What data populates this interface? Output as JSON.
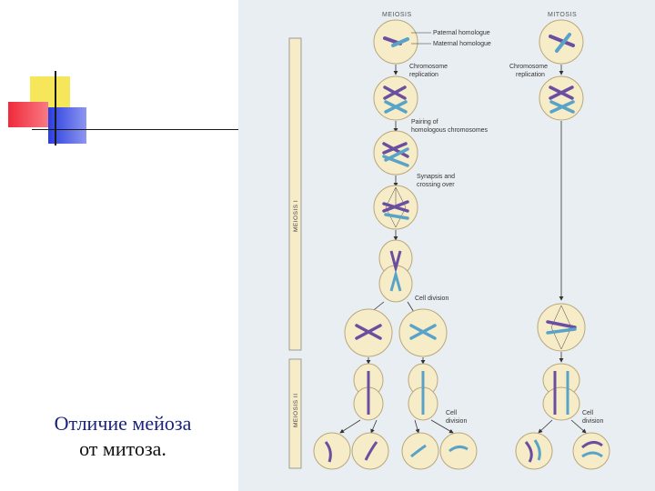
{
  "slide": {
    "title_line1": "Отличие мейоза",
    "title_line2": "от митоза."
  },
  "figure": {
    "meiosis_header": "MEIOSIS",
    "mitosis_header": "MITOSIS",
    "labels": {
      "paternal": "Paternal homologue",
      "maternal": "Maternal homologue",
      "replication_meiosis_1": "Chromosome",
      "replication_meiosis_2": "replication",
      "replication_mitosis_1": "Chromosome",
      "replication_mitosis_2": "replication",
      "pairing_1": "Pairing of",
      "pairing_2": "homologous chromosomes",
      "synapsis_1": "Synapsis and",
      "synapsis_2": "crossing over",
      "cell_division_1": "Cell division",
      "cell_division_2a": "Cell",
      "cell_division_2b": "division",
      "cell_division_3a": "Cell",
      "cell_division_3b": "division"
    },
    "phase_bars": {
      "meiosis_1": "MEIOSIS I",
      "meiosis_2": "MEIOSIS II"
    },
    "colors": {
      "cell_fill": "#f6ecc8",
      "cell_stroke": "#b9a77a",
      "paternal": "#6a4fa0",
      "maternal": "#5aa3c8",
      "background": "#e9eef2",
      "deco_yellow": "#f5e65a",
      "deco_red": "#f02a3a",
      "deco_blue": "#2a3ee0"
    }
  }
}
